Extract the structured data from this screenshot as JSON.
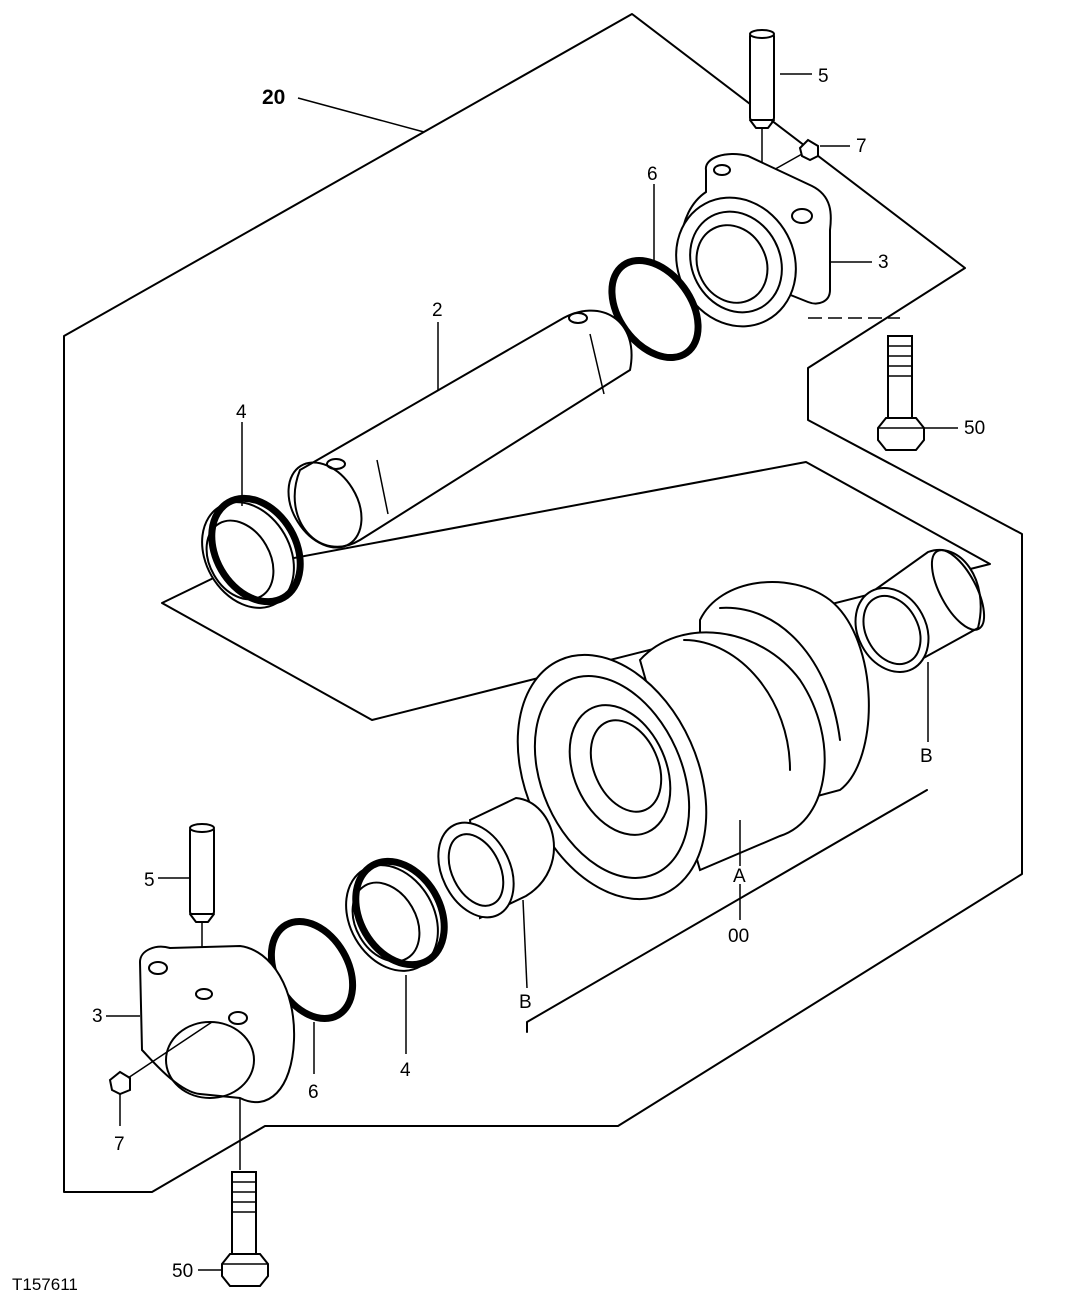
{
  "labels": {
    "assembly": "20",
    "shaft": "2",
    "collar_top": "3",
    "collar_bottom": "3",
    "seal_top": "4",
    "seal_bottom": "4",
    "pin_top": "5",
    "pin_bottom": "5",
    "oring_top": "6",
    "oring_bottom": "6",
    "plug_top": "7",
    "plug_bottom": "7",
    "bolt_top": "50",
    "bolt_bottom": "50",
    "roller": "00",
    "ref_a": "A",
    "ref_b_right": "B",
    "ref_b_bottom": "B"
  },
  "figure_code": "T157611"
}
